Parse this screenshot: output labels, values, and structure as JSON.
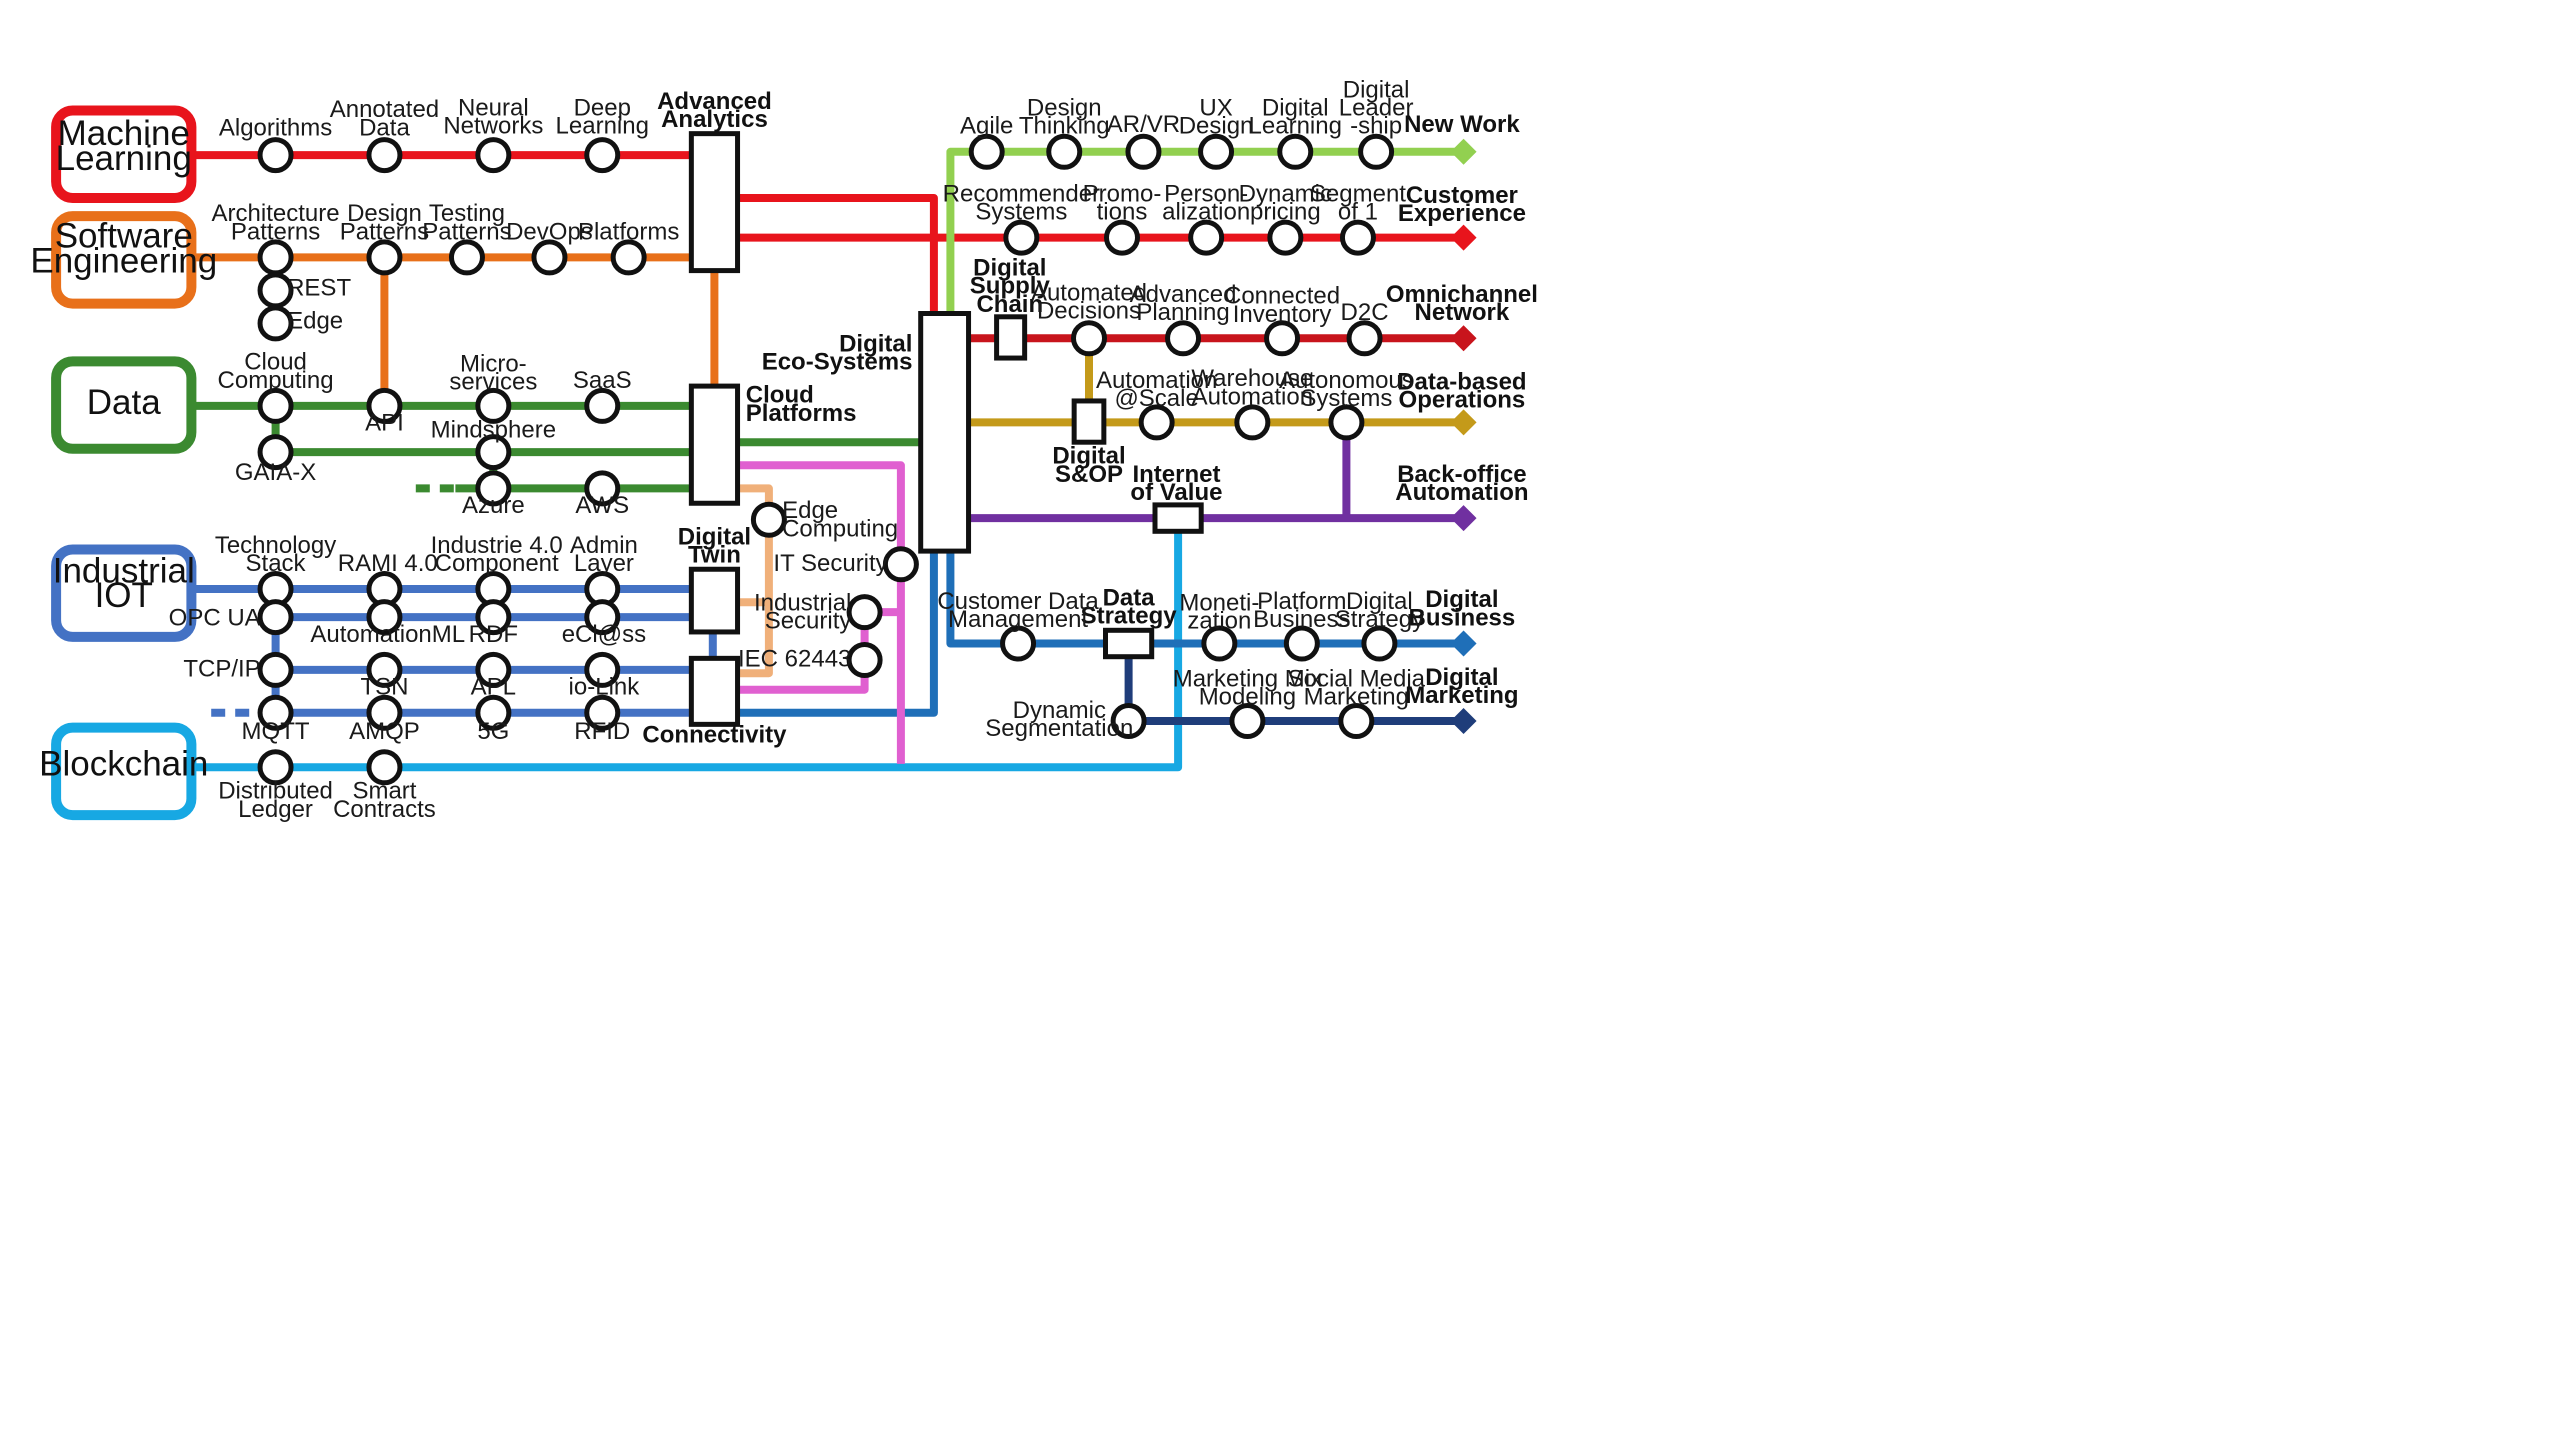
{
  "colors": {
    "ml": "#e8141c",
    "se": "#e8701a",
    "data": "#3b8a30",
    "iot": "#4472c4",
    "bc": "#17a8e3",
    "newwork": "#92d050",
    "omni": "#c8141c",
    "ops": "#c49a1a",
    "backoffice": "#7030a0",
    "business": "#1f6fb8",
    "marketing": "#1f3d7a",
    "edge": "#f0b07a",
    "security": "#e060d0"
  },
  "sources": {
    "ml": [
      "Machine",
      "Learning"
    ],
    "se": [
      "Software",
      "Engineering"
    ],
    "data": [
      "Data"
    ],
    "iot": [
      "Industrial",
      "IOT"
    ],
    "bc": [
      "Blockchain"
    ]
  },
  "hubs": {
    "advanced_analytics": [
      "Advanced",
      "Analytics"
    ],
    "cloud_platforms": [
      "Cloud",
      "Platforms"
    ],
    "digital_twin": [
      "Digital",
      "Twin"
    ],
    "connectivity": [
      "Connectivity"
    ],
    "digital_eco_systems": [
      "Digital",
      "Eco-Systems"
    ],
    "digital_supply_chain": [
      "Digital",
      "Supply",
      "Chain"
    ],
    "digital_sop": [
      "Digital",
      "S&OP"
    ],
    "internet_of_value": [
      "Internet",
      "of Value"
    ],
    "data_strategy": [
      "Data",
      "Strategy"
    ]
  },
  "destinations": {
    "new_work": [
      "New Work"
    ],
    "customer_experience": [
      "Customer",
      "Experience"
    ],
    "omnichannel_network": [
      "Omnichannel",
      "Network"
    ],
    "data_based_operations": [
      "Data-based",
      "Operations"
    ],
    "back_office_automation": [
      "Back-office",
      "Automation"
    ],
    "digital_business": [
      "Digital",
      "Business"
    ],
    "digital_marketing": [
      "Digital",
      "Marketing"
    ]
  },
  "stations": {
    "algorithms": [
      "Algorithms"
    ],
    "annotated_data": [
      "Annotated",
      "Data"
    ],
    "neural_networks": [
      "Neural",
      "Networks"
    ],
    "deep_learning": [
      "Deep",
      "Learning"
    ],
    "architecture_patterns": [
      "Architecture",
      "Patterns"
    ],
    "design_patterns": [
      "Design",
      "Patterns"
    ],
    "testing_patterns": [
      "Testing",
      "Patterns"
    ],
    "devops": [
      "DevOps"
    ],
    "platforms": [
      "Platforms"
    ],
    "rest": [
      "REST"
    ],
    "edge": [
      "Edge"
    ],
    "cloud_computing": [
      "Cloud",
      "Computing"
    ],
    "api": [
      "API"
    ],
    "micro_services": [
      "Micro-",
      "services"
    ],
    "saas": [
      "SaaS"
    ],
    "gaia_x": [
      "GAIA-X"
    ],
    "mindsphere": [
      "Mindsphere"
    ],
    "azure": [
      "Azure"
    ],
    "aws": [
      "AWS"
    ],
    "technology_stack": [
      "Technology",
      "Stack"
    ],
    "rami": [
      "RAMI 4.0"
    ],
    "industrie_component": [
      "Industrie 4.0",
      "Component"
    ],
    "admin_layer": [
      "Admin",
      "Layer"
    ],
    "opc_ua": [
      "OPC UA"
    ],
    "automationml": [
      "AutomationML"
    ],
    "rdf": [
      "RDF"
    ],
    "eclass": [
      "eCl@ss"
    ],
    "tcp_ip": [
      "TCP/IP"
    ],
    "tsn": [
      "TSN"
    ],
    "apl": [
      "APL"
    ],
    "io_link": [
      "io-Link"
    ],
    "mqtt": [
      "MQTT"
    ],
    "amqp": [
      "AMQP"
    ],
    "g5": [
      "5G"
    ],
    "rfid": [
      "RFID"
    ],
    "distributed_ledger": [
      "Distributed",
      "Ledger"
    ],
    "smart_contracts": [
      "Smart",
      "Contracts"
    ],
    "edge_computing": [
      "Edge",
      "Computing"
    ],
    "it_security": [
      "IT Security"
    ],
    "industrial_security": [
      "Industrial",
      "Security"
    ],
    "iec": [
      "IEC 62443"
    ],
    "agile": [
      "Agile"
    ],
    "design_thinking": [
      "Design",
      "Thinking"
    ],
    "ar_vr": [
      "AR/VR"
    ],
    "ux_design": [
      "UX",
      "Design"
    ],
    "digital_learning": [
      "Digital",
      "Learning"
    ],
    "digital_leadership": [
      "Digital",
      "Leader",
      "-ship"
    ],
    "recommender_systems": [
      "Recommender",
      "Systems"
    ],
    "promotions": [
      "Promo-",
      "tions"
    ],
    "personalization": [
      "Person-",
      "alization"
    ],
    "dynamic_pricing": [
      "Dynamic",
      "pricing"
    ],
    "segment_of_1": [
      "Segment",
      "of 1"
    ],
    "automated_decisions": [
      "Automated",
      "Decisions"
    ],
    "advanced_planning": [
      "Advanced",
      "Planning"
    ],
    "connected_inventory": [
      "Connected",
      "Inventory"
    ],
    "d2c": [
      "D2C"
    ],
    "automation_scale": [
      "Automation",
      "@Scale"
    ],
    "warehouse_automation": [
      "Warehouse",
      "Automation"
    ],
    "autonomous_systems": [
      "Autonomous",
      "Systems"
    ],
    "customer_data_management": [
      "Customer Data",
      "Management"
    ],
    "monetization": [
      "Moneti-",
      "zation"
    ],
    "platform_business": [
      "Platform",
      "Business"
    ],
    "digital_strategy": [
      "Digital",
      "Strategy"
    ],
    "dynamic_segmentation": [
      "Dynamic",
      "Segmentation"
    ],
    "marketing_mix_modeling": [
      "Marketing Mix",
      "Modeling"
    ],
    "social_media_marketing": [
      "Social Media",
      "Marketing"
    ]
  }
}
